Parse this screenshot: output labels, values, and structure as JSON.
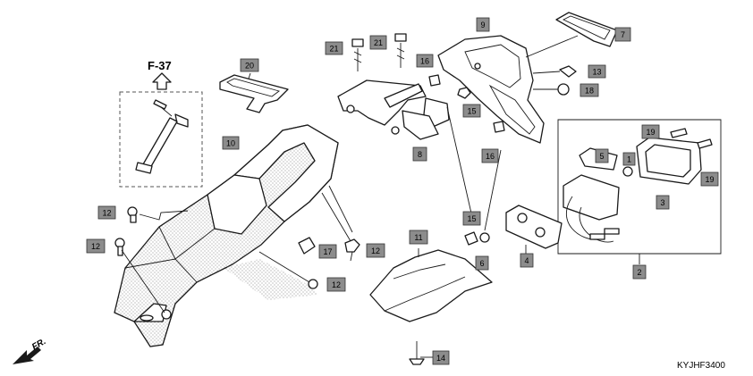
{
  "diagram": {
    "reference_label": "F-37",
    "drawing_code": "KYJHF3400",
    "front_label": "FR.",
    "callouts": [
      {
        "id": "c1",
        "label": "1"
      },
      {
        "id": "c2",
        "label": "2"
      },
      {
        "id": "c3",
        "label": "3"
      },
      {
        "id": "c4",
        "label": "4"
      },
      {
        "id": "c5",
        "label": "5"
      },
      {
        "id": "c6",
        "label": "6"
      },
      {
        "id": "c7",
        "label": "7"
      },
      {
        "id": "c8",
        "label": "8"
      },
      {
        "id": "c9",
        "label": "9"
      },
      {
        "id": "c10",
        "label": "10"
      },
      {
        "id": "c11",
        "label": "11"
      },
      {
        "id": "c12a",
        "label": "12"
      },
      {
        "id": "c12b",
        "label": "12"
      },
      {
        "id": "c12c",
        "label": "12"
      },
      {
        "id": "c12d",
        "label": "12"
      },
      {
        "id": "c13",
        "label": "13"
      },
      {
        "id": "c14",
        "label": "14"
      },
      {
        "id": "c15a",
        "label": "15"
      },
      {
        "id": "c15b",
        "label": "15"
      },
      {
        "id": "c16a",
        "label": "16"
      },
      {
        "id": "c16b",
        "label": "16"
      },
      {
        "id": "c17",
        "label": "17"
      },
      {
        "id": "c18",
        "label": "18"
      },
      {
        "id": "c19a",
        "label": "19"
      },
      {
        "id": "c19b",
        "label": "19"
      },
      {
        "id": "c20",
        "label": "20"
      },
      {
        "id": "c21a",
        "label": "21"
      },
      {
        "id": "c21b",
        "label": "21"
      }
    ]
  }
}
